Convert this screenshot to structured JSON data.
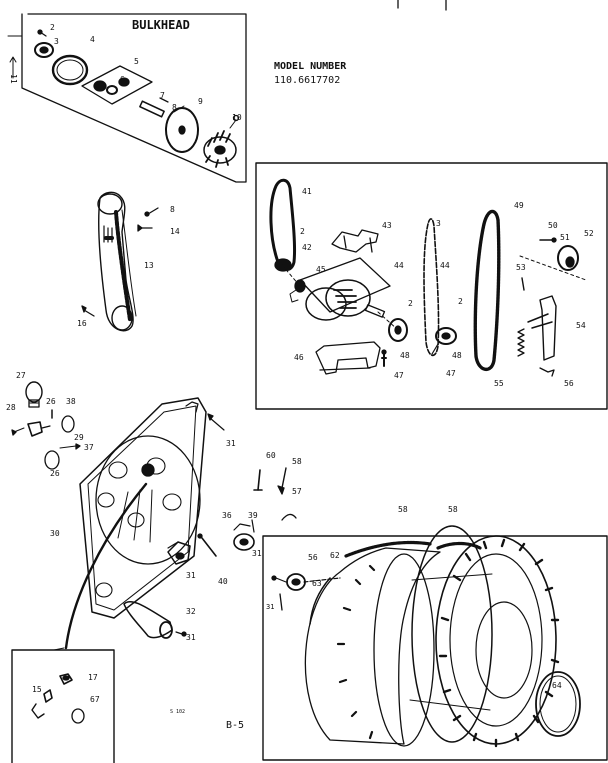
{
  "header": {
    "bulkhead_title": "BULKHEAD",
    "model_label": "MODEL NUMBER",
    "model_number": "110.6617702"
  },
  "footer": {
    "page_code": "B-5",
    "small_code": "S 102"
  },
  "callouts": {
    "bulkhead": [
      "2",
      "3",
      "4",
      "5",
      "6",
      "7",
      "8",
      "9",
      "10",
      "11"
    ],
    "duct": [
      "8",
      "14",
      "13",
      "16"
    ],
    "motor_box": [
      "41",
      "2",
      "42",
      "43",
      "44",
      "45",
      "2",
      "46",
      "48",
      "47",
      "3",
      "44",
      "2",
      "48",
      "47",
      "49",
      "50",
      "51",
      "52",
      "53",
      "54",
      "55",
      "56"
    ],
    "left_parts": [
      "27",
      "28",
      "26",
      "38",
      "29",
      "37",
      "26",
      "30",
      "31",
      "31",
      "40",
      "36",
      "39",
      "31",
      "32",
      "31",
      "60",
      "58",
      "57"
    ],
    "drum_box": [
      "58",
      "58",
      "56",
      "62",
      "63",
      "31",
      "64"
    ],
    "inset_box": [
      "17",
      "15",
      "67"
    ]
  }
}
